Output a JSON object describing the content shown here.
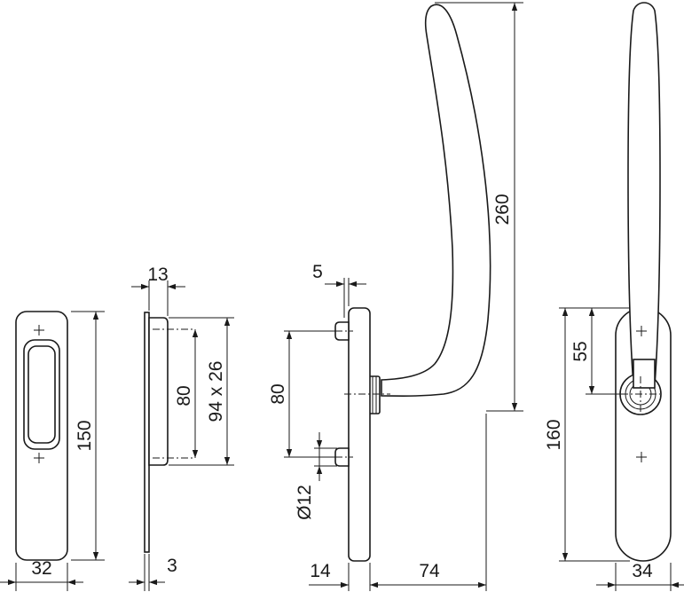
{
  "dimensions": {
    "escutcheon_width": "32",
    "escutcheon_height": "150",
    "recess_depth": "13",
    "recess_bolt_spacing": "80",
    "recess_size": "94 x 26",
    "plate_thickness": "3",
    "rose_offset": "5",
    "rose_bolt_spacing": "80",
    "bolt_diameter": "Ø12",
    "rose_projection": "14",
    "handle_projection": "74",
    "handle_length": "260",
    "rose_center_to_top": "55",
    "rose_height": "160",
    "rose_width": "34"
  },
  "colors": {
    "line": "#1a1a1a",
    "background": "#ffffff"
  }
}
